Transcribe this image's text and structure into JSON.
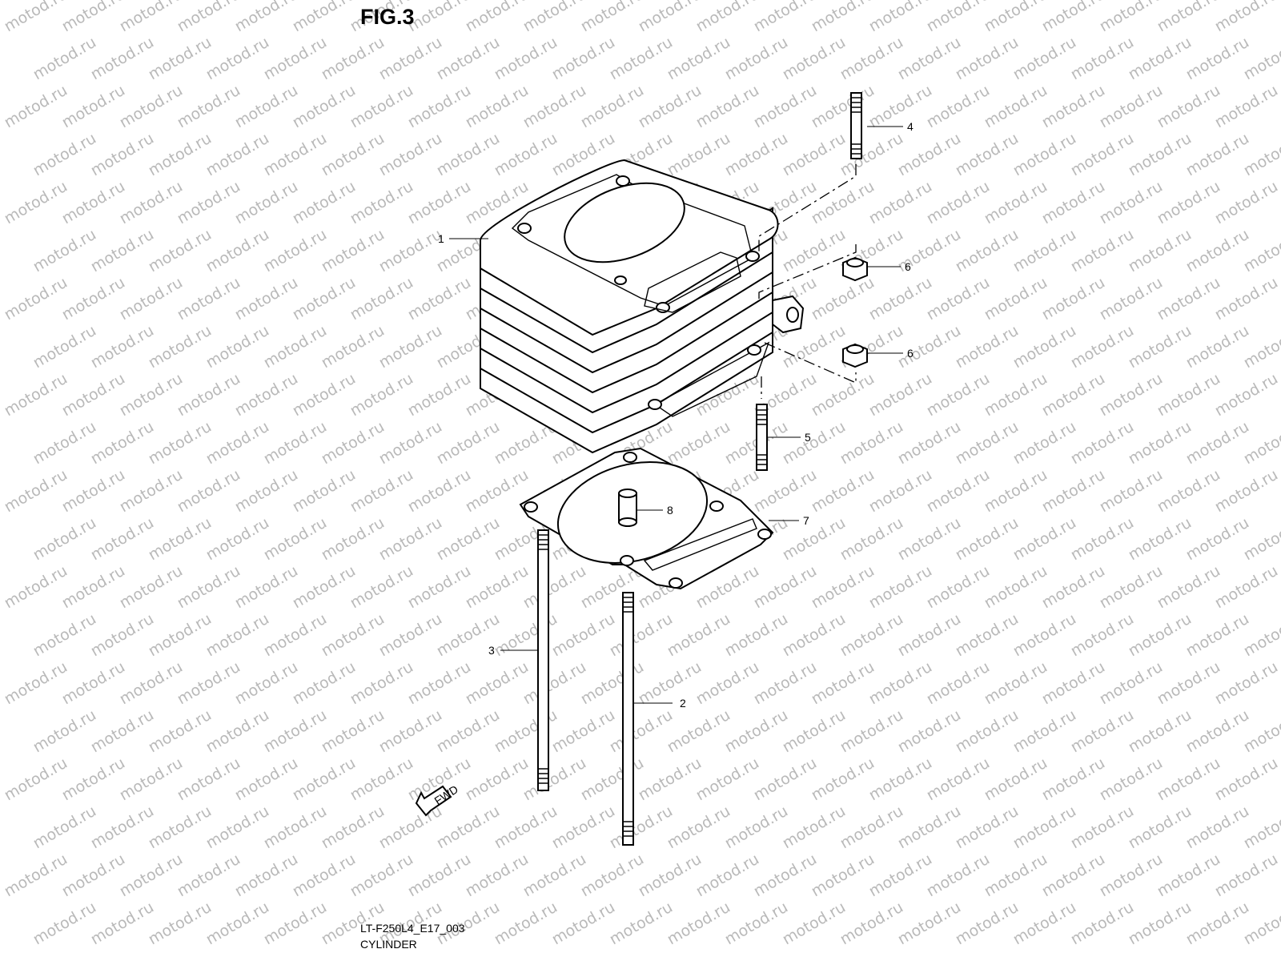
{
  "figure": {
    "title": "FIG.3",
    "code": "LT-F250L4_E17_003",
    "name": "CYLINDER"
  },
  "watermark": "motod.ru",
  "callouts": [
    "1",
    "2",
    "3",
    "4",
    "5",
    "6",
    "6",
    "7",
    "8"
  ],
  "fwd_label": "FWD",
  "colors": {
    "line": "#000000",
    "watermark": "#b9b9b9",
    "background": "#ffffff"
  }
}
